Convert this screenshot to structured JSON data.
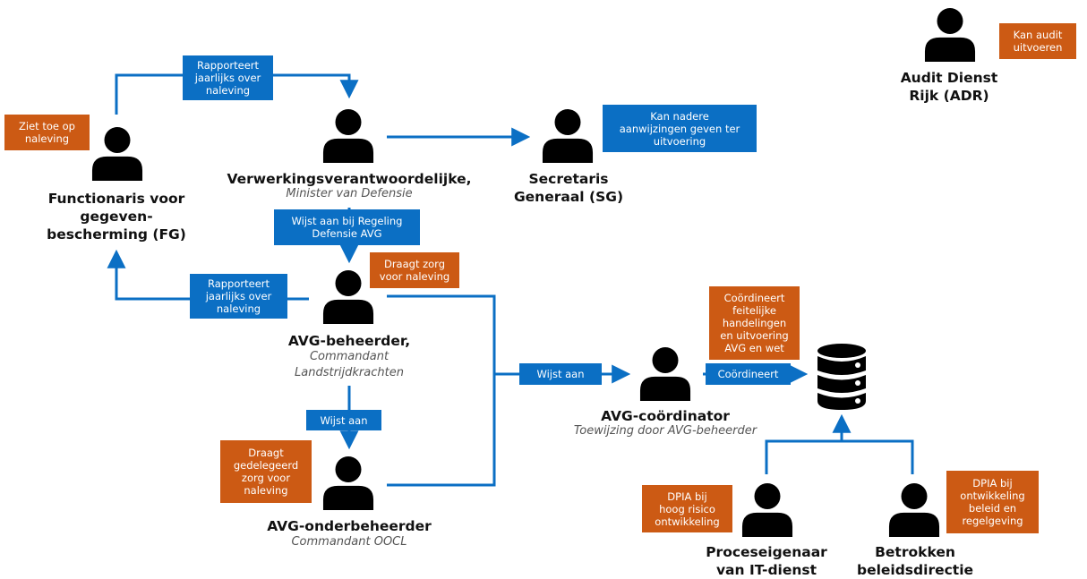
{
  "nodes": {
    "audit": {
      "name": "Audit Dienst\nRijk (ADR)",
      "sub": ""
    },
    "fg": {
      "name": "Functionaris voor\ngegeven-\nbescherming (FG)",
      "sub": ""
    },
    "vv": {
      "name": "Verwerkingsverantwoordelijke,",
      "sub": "Minister van Defensie"
    },
    "sg": {
      "name": "Secretaris\nGeneraal (SG)",
      "sub": ""
    },
    "beheerder": {
      "name": "AVG-beheerder,",
      "sub": "Commandant\nLandstrijdkrachten"
    },
    "onderbeheerder": {
      "name": "AVG-onderbeheerder",
      "sub": "Commandant OOCL"
    },
    "coordinator": {
      "name": "AVG-coördinator",
      "sub": "Toewijzing door AVG-beheerder"
    },
    "proces": {
      "name": "Proceseigenaar\nvan IT-dienst",
      "sub": ""
    },
    "beleid": {
      "name": "Betrokken\nbeleidsdirectie",
      "sub": ""
    }
  },
  "edge_labels": {
    "fg_to_vv": "Rapporteert\njaarlijks over\nnaleving",
    "vv_to_sg": "Kan nadere\naanwijzingen geven ter\nuitvoering",
    "vv_to_beheerder": "Wijst aan bij Regeling\nDefensie AVG",
    "beheerder_to_fg": "Rapporteert\njaarlijks over\nnaleving",
    "beheerder_to_onder": "Wijst aan",
    "to_coordinator": "Wijst aan",
    "coordinator_to_db": "Coördineert"
  },
  "role_notes": {
    "audit": "Kan audit\nuitvoeren",
    "fg": "Ziet toe op\nnaleving",
    "beheerder": "Draagt zorg\nvoor naleving",
    "onderbeheerder": "Draagt\ngedelegeerd\nzorg voor\nnaleving",
    "coordinator": "Coördineert\nfeitelijke\nhandelingen\nen uitvoering\nAVG en wet",
    "proces": "DPIA bij\nhoog risico\nontwikkeling",
    "beleid": "DPIA bij\nontwikkeling\nbeleid en\nregelgeving"
  },
  "colors": {
    "blue": "#0B6FC4",
    "orange": "#CC5A14",
    "icon": "#000000",
    "text": "#111111",
    "subtext": "#555555"
  },
  "icons": [
    "person-icon",
    "database-icon"
  ]
}
